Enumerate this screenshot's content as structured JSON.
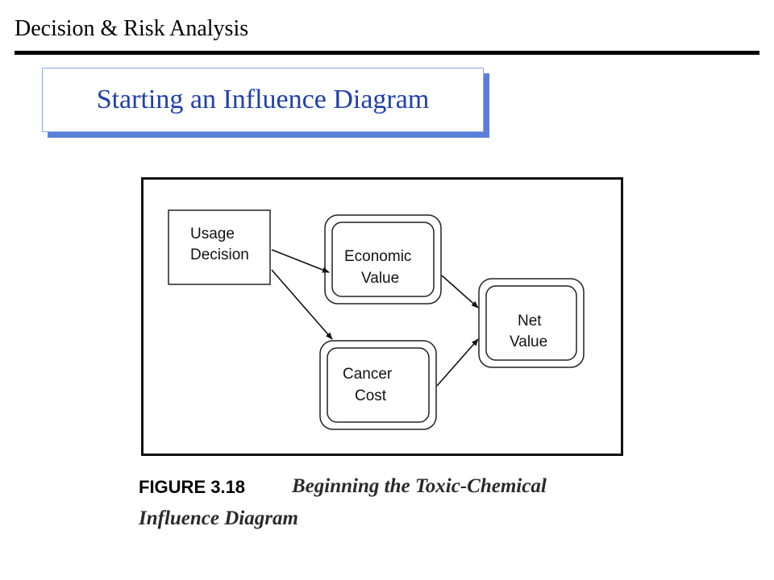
{
  "header": {
    "course_title": "Decision & Risk Analysis"
  },
  "slide": {
    "title": "Starting an Influence Diagram"
  },
  "diagram": {
    "nodes": [
      {
        "id": "usage-decision",
        "type": "decision",
        "lines": [
          "Usage",
          "Decision"
        ]
      },
      {
        "id": "economic-value",
        "type": "chance",
        "lines": [
          "Economic",
          "Value"
        ]
      },
      {
        "id": "cancer-cost",
        "type": "chance",
        "lines": [
          "Cancer",
          "Cost"
        ]
      },
      {
        "id": "net-value",
        "type": "value",
        "lines": [
          "Net",
          "Value"
        ]
      }
    ],
    "arrows": [
      {
        "from": "usage-decision",
        "to": "economic-value"
      },
      {
        "from": "usage-decision",
        "to": "cancer-cost"
      },
      {
        "from": "economic-value",
        "to": "net-value"
      },
      {
        "from": "cancer-cost",
        "to": "net-value"
      }
    ]
  },
  "caption": {
    "label": "FIGURE 3.18",
    "text_line1": "Beginning the Toxic-Chemical",
    "text_line2": "Influence Diagram"
  }
}
